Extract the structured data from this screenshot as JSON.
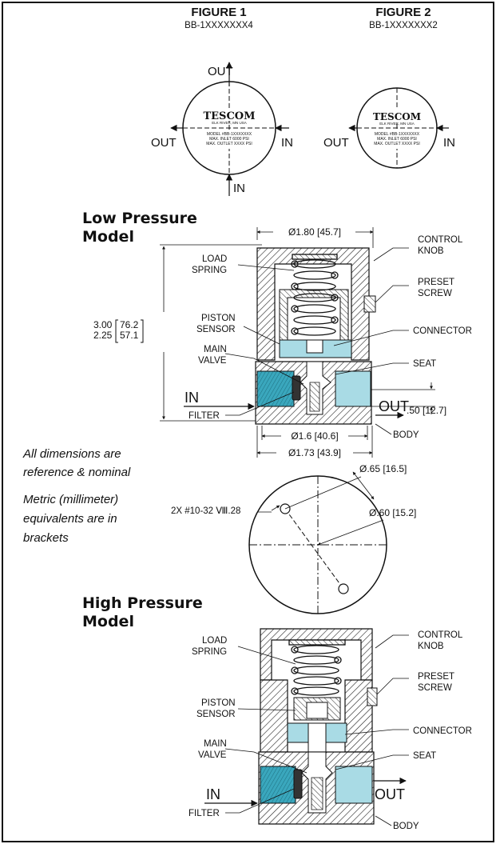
{
  "figures": {
    "fig1": {
      "title": "FIGURE 1",
      "code": "BB-1XXXXXXX4",
      "out_top": "OUT",
      "out_left": "OUT",
      "in_right": "IN",
      "in_bottom": "IN"
    },
    "fig2": {
      "title": "FIGURE 2",
      "code": "BB-1XXXXXXX2",
      "out_left": "OUT",
      "in_right": "IN"
    }
  },
  "nameplate": {
    "logo": "TESCOM",
    "sub": "ELK RIVER, MN USA",
    "model_line": "MODEL #BB-1XXXXXXX",
    "inlet_line": "MAX. INLET 6000 PSI",
    "outlet_line": "MAX. OUTLET XXXX PSI"
  },
  "low_pressure": {
    "title_l1": "Low Pressure",
    "title_l2": "Model",
    "dia_top": "Ø1.80 [45.7]",
    "height_a": "3.00",
    "height_a_mm": "76.2",
    "height_b": "2.25",
    "height_b_mm": "57.1",
    "dia_mid": "Ø1.6 [40.6]",
    "dia_bot": "Ø1.73 [43.9]",
    "port_dim": ".50 [12.7]",
    "in_label": "IN",
    "out_label": "OUT",
    "labels": {
      "control_knob_1": "CONTROL",
      "control_knob_2": "KNOB",
      "preset_1": "PRESET",
      "preset_2": "SCREW",
      "load_1": "LOAD",
      "load_2": "SPRING",
      "piston_1": "PISTON",
      "piston_2": "SENSOR",
      "connector": "CONNECTOR",
      "main_1": "MAIN",
      "main_2": "VALVE",
      "seat": "SEAT",
      "filter": "FILTER",
      "body": "BODY"
    }
  },
  "notes": {
    "n1_l1": "All dimensions are",
    "n1_l2": "reference & nominal",
    "n2_l1": "Metric (millimeter)",
    "n2_l2": "equivalents are in",
    "n2_l3": "brackets"
  },
  "mounting": {
    "holes": "2X #10-32 Ⅷ.28",
    "dia_a": "Ø.65 [16.5]",
    "dia_b": "Ø.60 [15.2]"
  },
  "high_pressure": {
    "title_l1": "High Pressure",
    "title_l2": "Model",
    "in_label": "IN",
    "out_label": "OUT",
    "labels": {
      "control_knob_1": "CONTROL",
      "control_knob_2": "KNOB",
      "preset_1": "PRESET",
      "preset_2": "SCREW",
      "load_1": "LOAD",
      "load_2": "SPRING",
      "piston_1": "PISTON",
      "piston_2": "SENSOR",
      "connector": "CONNECTOR",
      "main_1": "MAIN",
      "main_2": "VALVE",
      "seat": "SEAT",
      "filter": "FILTER",
      "body": "BODY"
    }
  },
  "colors": {
    "fluid": "#3aa7bd",
    "fluid_light": "#a9dbe5",
    "line": "#111111"
  }
}
